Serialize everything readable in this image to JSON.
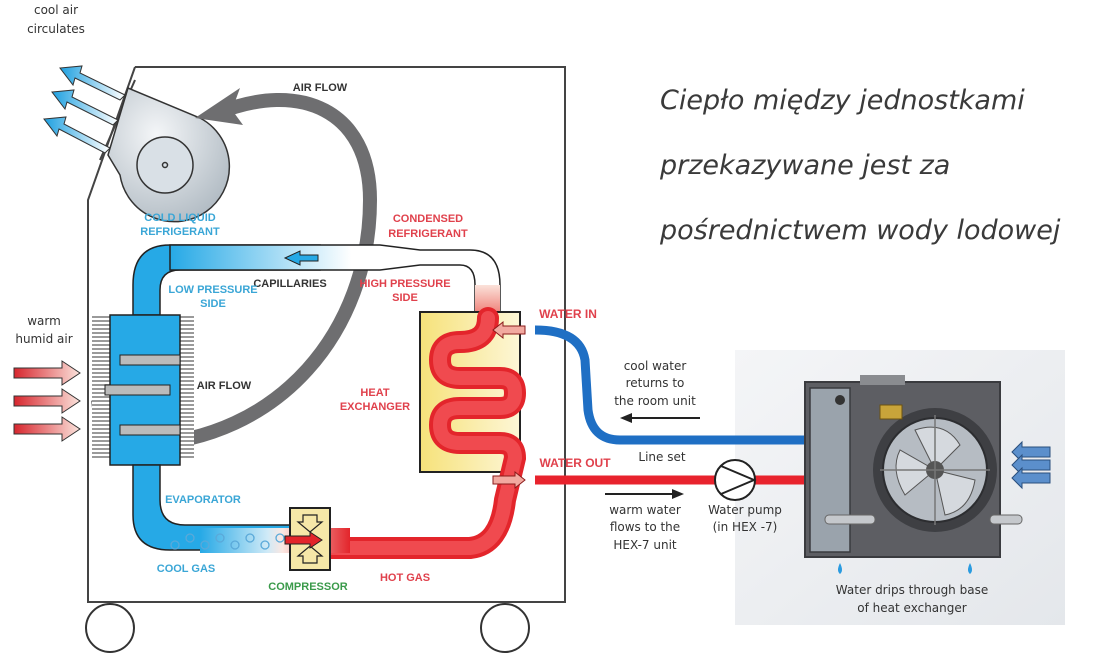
{
  "caption": {
    "lines": [
      "Ciepło między jednostkami",
      "przekazywane jest za",
      "pośrednictwem wody lodowej"
    ]
  },
  "labels": {
    "cool_air_1": "cool air",
    "cool_air_2": "circulates",
    "air_flow_top": "AIR FLOW",
    "cold_liquid_1": "COLD LIQUID",
    "cold_liquid_2": "REFRIGERANT",
    "condensed_1": "CONDENSED",
    "condensed_2": "REFRIGERANT",
    "capillaries": "CAPILLARIES",
    "low_pressure_1": "LOW PRESSURE",
    "low_pressure_2": "SIDE",
    "high_pressure_1": "HIGH PRESSURE",
    "high_pressure_2": "SIDE",
    "warm_humid_1": "warm",
    "warm_humid_2": "humid air",
    "air_flow_mid": "AIR FLOW",
    "heat_exchanger_1": "HEAT",
    "heat_exchanger_2": "EXCHANGER",
    "evaporator": "EVAPORATOR",
    "cool_gas": "COOL GAS",
    "compressor": "COMPRESSOR",
    "hot_gas": "HOT GAS",
    "water_in": "WATER IN",
    "water_out": "WATER OUT",
    "cool_water_1": "cool water",
    "cool_water_2": "returns to",
    "cool_water_3": "the room unit",
    "line_set": "Line set",
    "warm_water_1": "warm water",
    "warm_water_2": "flows to the",
    "warm_water_3": "HEX-7 unit",
    "pump_1": "Water pump",
    "pump_2": "(in HEX -7)",
    "drips_1": "Water drips through base",
    "drips_2": "of heat exchanger"
  },
  "colors": {
    "cold": "#3aa6d6",
    "hot": "#e0414c",
    "airflow": "#6e6e70",
    "water_blue": "#1f6fc4",
    "water_red": "#e8232d",
    "exchanger_fill": "#f8eeaa"
  }
}
